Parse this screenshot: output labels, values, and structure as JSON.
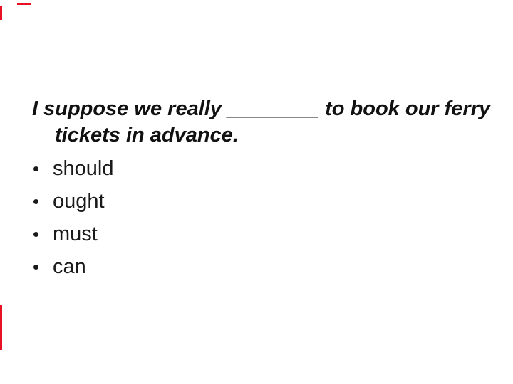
{
  "slide": {
    "background_color": "#ffffff",
    "text_color": "#111111",
    "frame_fragment_color": "#e81123"
  },
  "question": {
    "part1": "I suppose we really",
    "blank": "________",
    "part2": "to book our ferry",
    "line2": "tickets in advance."
  },
  "options": [
    {
      "label": "should"
    },
    {
      "label": "ought"
    },
    {
      "label": "must"
    },
    {
      "label": "can"
    }
  ]
}
